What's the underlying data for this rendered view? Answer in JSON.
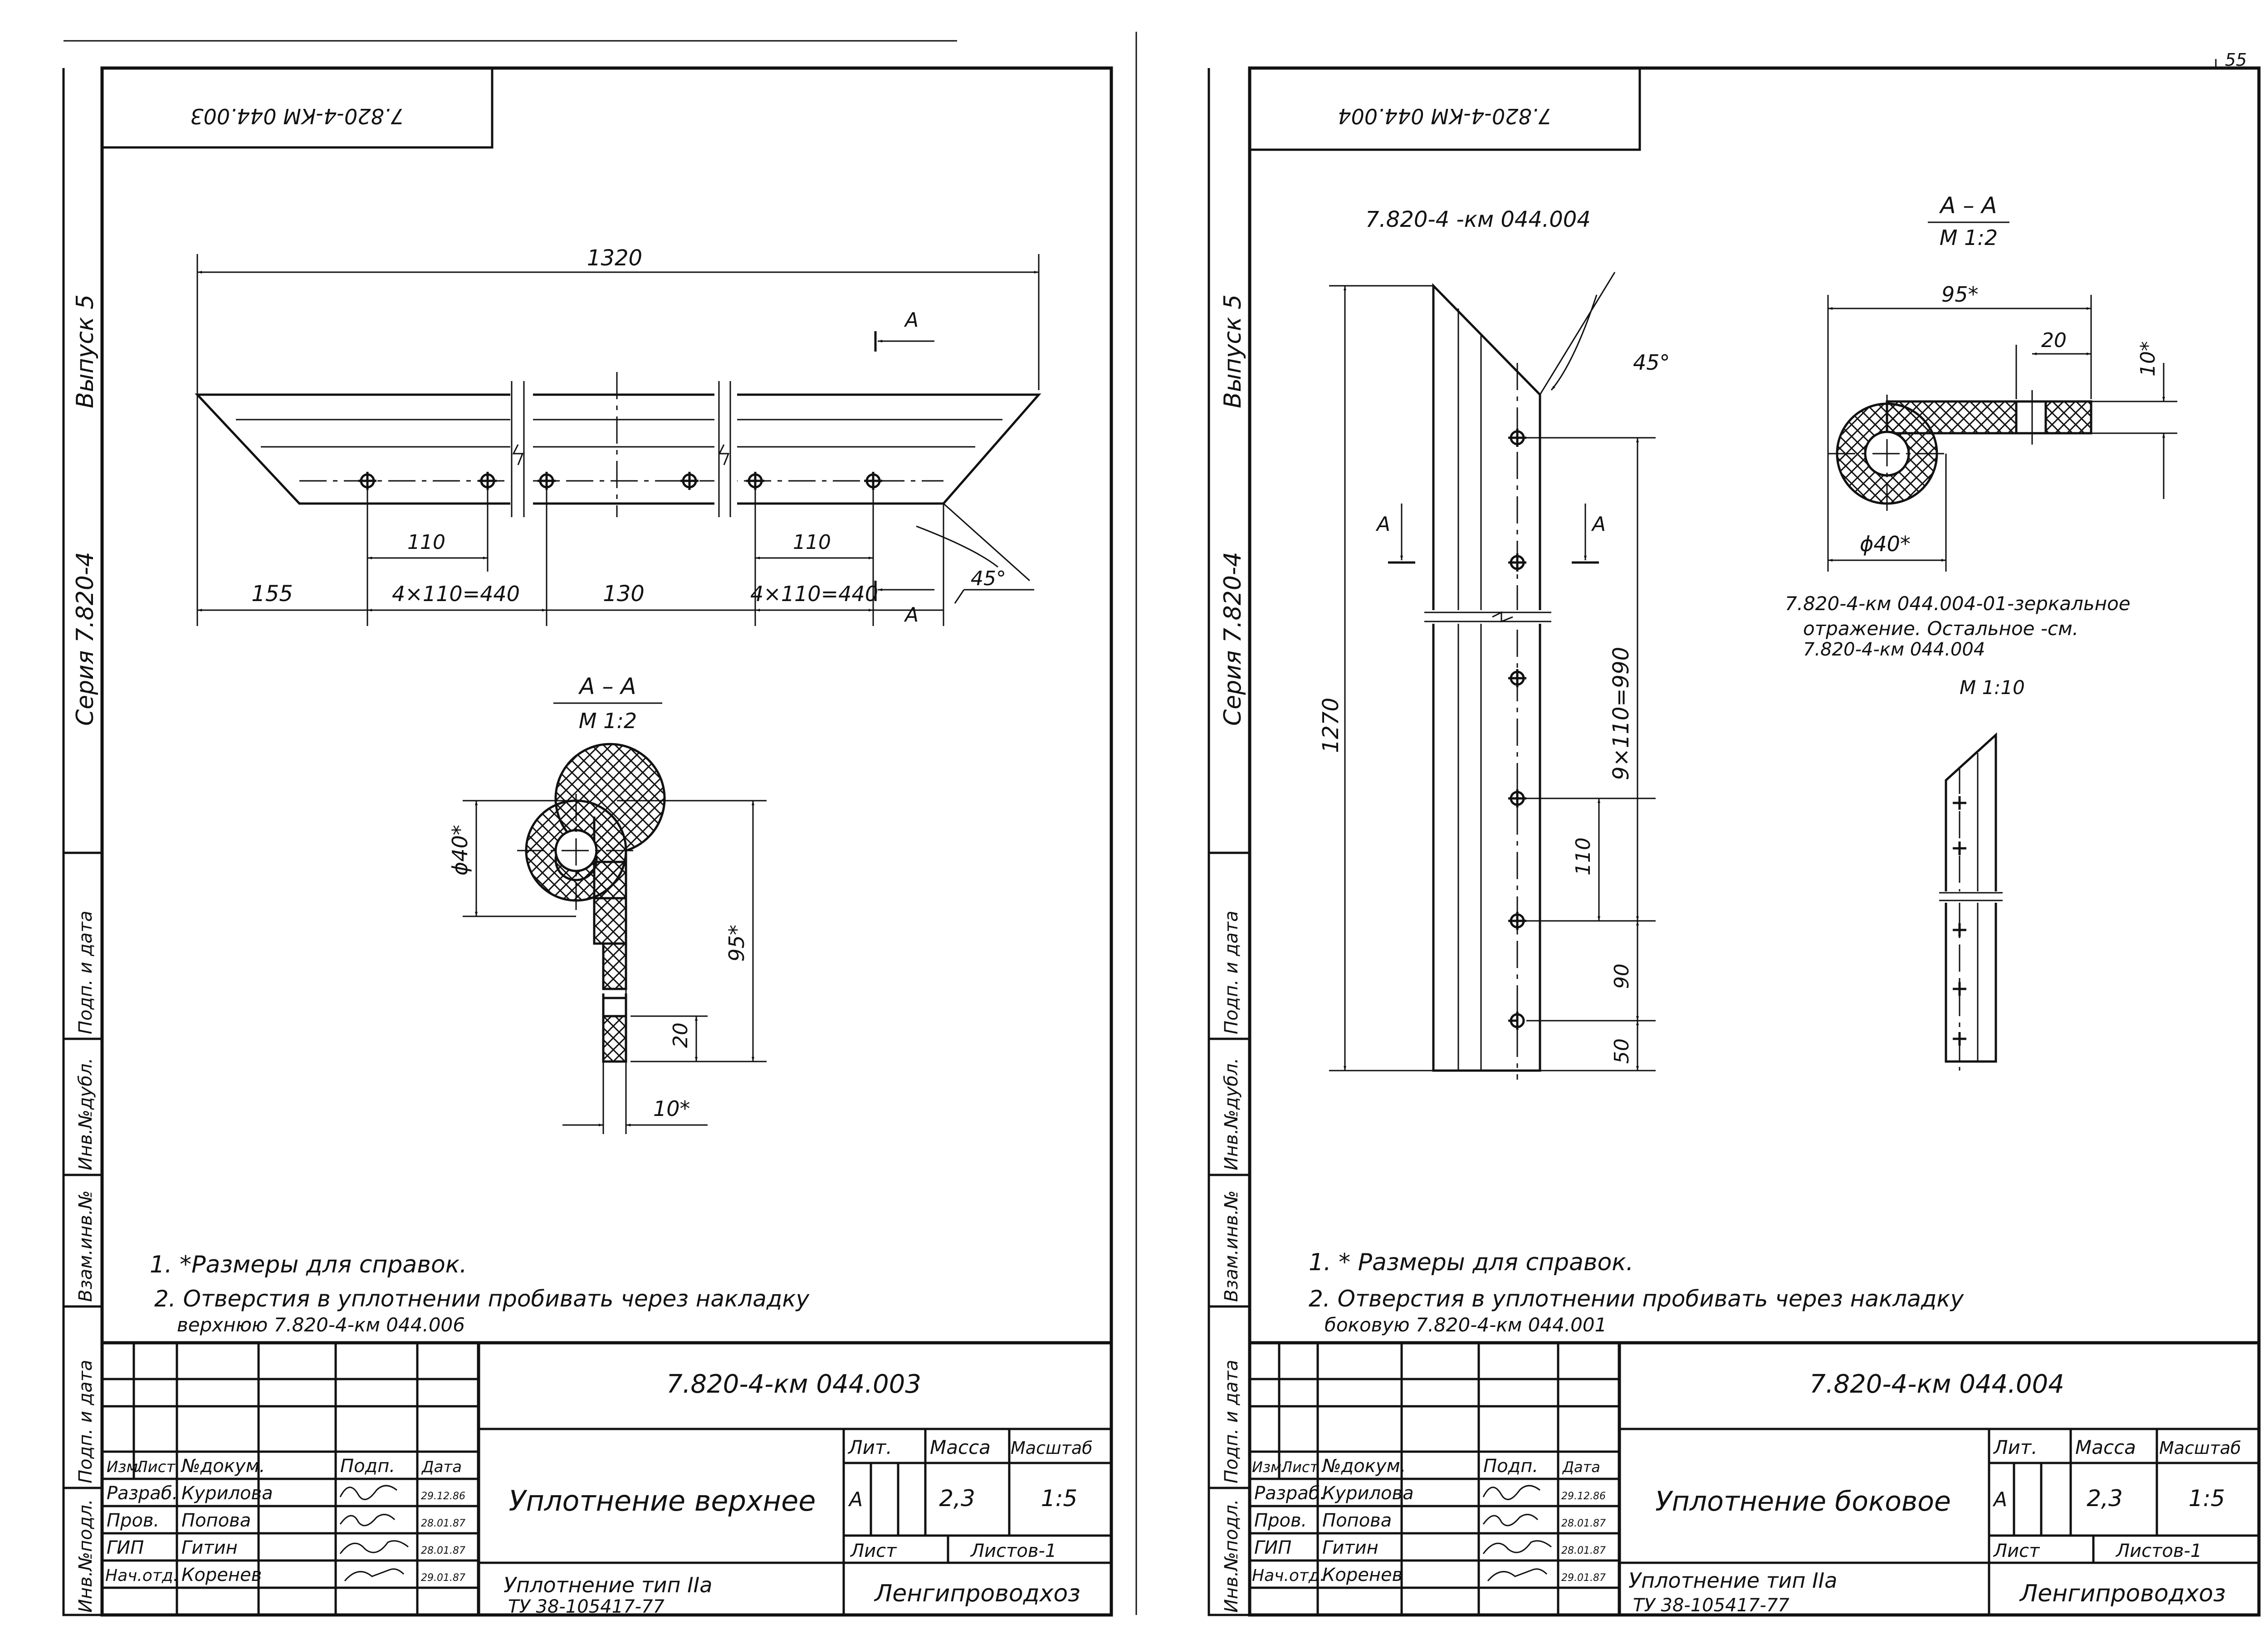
{
  "page_number": "55",
  "left": {
    "rotated_code": "7.820-4-КМ 044.003",
    "side_series": "Серия 7.820-4",
    "side_issue": "Выпуск 5",
    "side_fields": [
      "Инв.№подл.",
      "Подп. и дата",
      "Взам.инв.№",
      "Инв.№дубл.",
      "Подп. и дата"
    ],
    "dims": {
      "overall": "1320",
      "d155": "155",
      "d440a": "4×110=440",
      "d130": "130",
      "d440b": "4×110=440",
      "d110a": "110",
      "d110b": "110",
      "angle": "45°",
      "cut": "А"
    },
    "section": {
      "title": "А – А",
      "scale": "М 1:2",
      "dia": "ϕ40*",
      "height": "95*",
      "h20": "20",
      "w10": "10*"
    },
    "notes": [
      "1. *Размеры для справок.",
      "2. Отверстия в уплотнении   пробивать через накладку",
      "верхнюю 7.820-4-км 044.006"
    ],
    "title_block": {
      "code": "7.820-4-км 044.003",
      "name": "Уплотнение верхнее",
      "material_line1": "Уплотнение тип IIа",
      "material_line2": "ТУ 38-105417-77",
      "org": "Ленгипроводхоз",
      "hdr": {
        "izm": "Изм.",
        "list": "Лист",
        "doc": "№докум.",
        "sign": "Подп.",
        "date": "Дата"
      },
      "rows": [
        {
          "role": "Разраб.",
          "name": "Курилова",
          "date": "29.12.86"
        },
        {
          "role": "Пров.",
          "name": "Попова",
          "date": "28.01.87"
        },
        {
          "role": "ГИП",
          "name": "Гитин",
          "date": "28.01.87"
        },
        {
          "role": "Нач.отд.",
          "name": "Коренев",
          "date": "29.01.87"
        }
      ],
      "lit_label": "Лит.",
      "mass_label": "Масса",
      "scale_label": "Масштаб",
      "lit": "А",
      "mass": "2,3",
      "scale": "1:5",
      "sheet_label": "Лист",
      "sheets_label": "Листов-1"
    }
  },
  "right": {
    "rotated_code": "7.820-4-КМ 044.004",
    "side_series": "Серия 7.820-4",
    "side_issue": "Выпуск 5",
    "side_fields": [
      "Инв.№подл.",
      "Подп. и дата",
      "Взам.инв.№",
      "Инв.№дубл.",
      "Подп. и дата"
    ],
    "part_code": "7.820-4 -км 044.004",
    "dims": {
      "length": "1270",
      "holes": "9×110=990",
      "d110": "110",
      "d90": "90",
      "d50": "50",
      "angle": "45°",
      "cut_left": "А",
      "cut_right": "А"
    },
    "section": {
      "title": "А – А",
      "scale": "М 1:2",
      "w95": "95*",
      "w20": "20",
      "h10": "10*",
      "dia": "ϕ40*"
    },
    "mirror_note": [
      "7.820-4-км 044.004-01-зеркальное",
      "отражение. Остальное -см.",
      "7.820-4-км 044.004"
    ],
    "mini_scale": "М 1:10",
    "notes": [
      "1. * Размеры для справок.",
      "2. Отверстия в уплотнении   пробивать через накладку",
      "боковую 7.820-4-км 044.001"
    ],
    "title_block": {
      "code": "7.820-4-км 044.004",
      "name": "Уплотнение боковое",
      "material_line1": "Уплотнение тип IIа",
      "material_line2": "ТУ 38-105417-77",
      "org": "Ленгипроводхоз",
      "hdr": {
        "izm": "Изм.",
        "list": "Лист",
        "doc": "№докум.",
        "sign": "Подп.",
        "date": "Дата"
      },
      "rows": [
        {
          "role": "Разраб.",
          "name": "Курилова",
          "date": "29.12.86"
        },
        {
          "role": "Пров.",
          "name": "Попова",
          "date": "28.01.87"
        },
        {
          "role": "ГИП",
          "name": "Гитин",
          "date": "28.01.87"
        },
        {
          "role": "Нач.отд.",
          "name": "Коренев",
          "date": "29.01.87"
        }
      ],
      "lit_label": "Лит.",
      "mass_label": "Масса",
      "scale_label": "Масштаб",
      "lit": "А",
      "mass": "2,3",
      "scale": "1:5",
      "sheet_label": "Лист",
      "sheets_label": "Листов-1"
    }
  }
}
